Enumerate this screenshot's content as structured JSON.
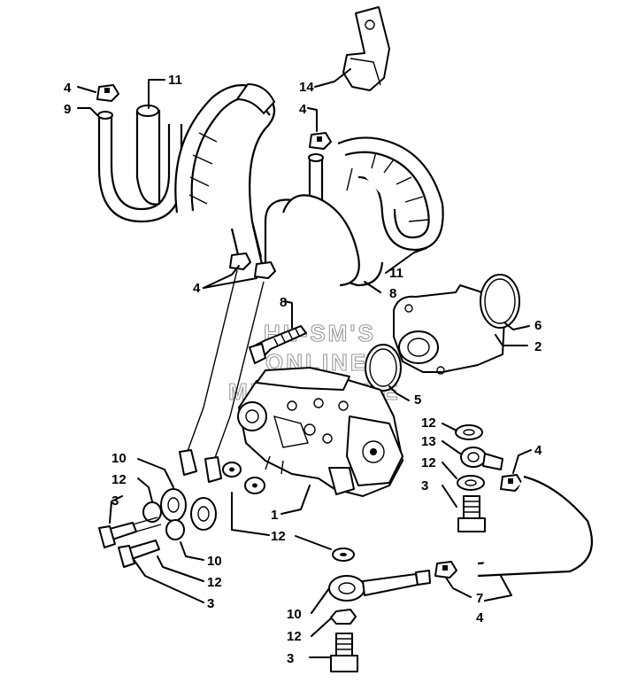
{
  "watermark": [
    "HL-SM'S",
    "ONLINE",
    "MICROFICHE"
  ],
  "callouts": {
    "c1": "1",
    "c2": "2",
    "c3a": "3",
    "c3b": "3",
    "c3c": "3",
    "c3d": "3",
    "c4a": "4",
    "c4b": "4",
    "c4c": "4",
    "c4d": "4",
    "c4e": "4",
    "c5": "5",
    "c6": "6",
    "c7": "7",
    "c8a": "8",
    "c8b": "8",
    "c9": "9",
    "c10a": "10",
    "c10b": "10",
    "c10c": "10",
    "c11a": "11",
    "c11b": "11",
    "c12a": "12",
    "c12b": "12",
    "c12c": "12",
    "c12d": "12",
    "c12e": "12",
    "c12f": "12",
    "c13": "13",
    "c14": "14"
  }
}
